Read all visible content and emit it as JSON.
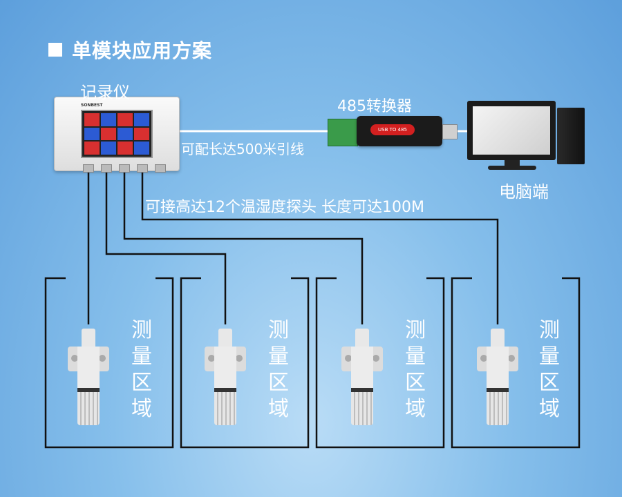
{
  "title": "单模块应用方案",
  "labels": {
    "recorder": "记录仪",
    "converter": "485转换器",
    "pc": "电脑端",
    "cable_note": "可配长达500米引线",
    "probe_note": "可接高达12个温湿度探头  长度可达100M"
  },
  "zones": [
    {
      "label": "测量区域"
    },
    {
      "label": "测量区域"
    },
    {
      "label": "测量区域"
    },
    {
      "label": "测量区域"
    }
  ],
  "devices": {
    "recorder_brand": "SONBEST",
    "converter_text": "USB TO 485"
  }
}
